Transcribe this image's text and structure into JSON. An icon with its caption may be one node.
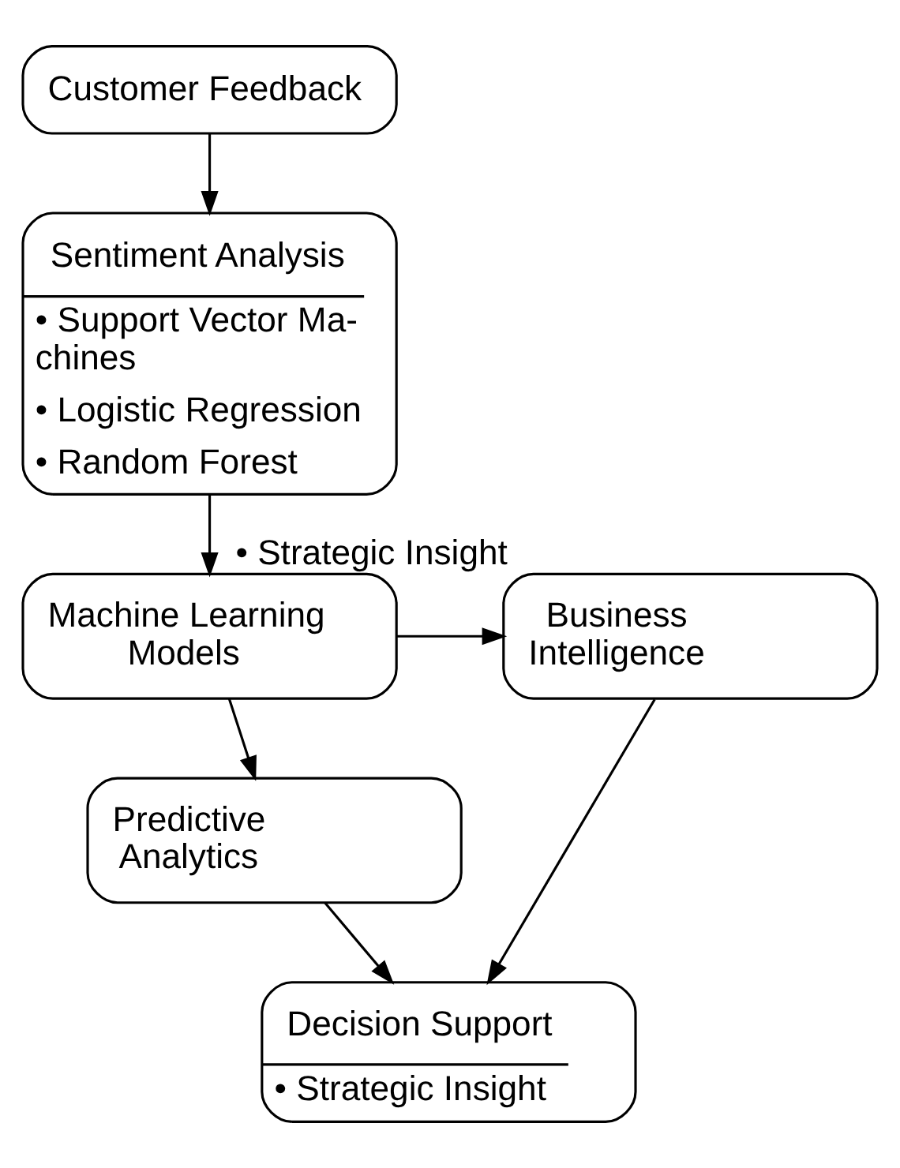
{
  "diagram": {
    "nodes": [
      {
        "text": [
          "Customer Feedback"
        ]
      },
      {
        "text": [
          "Sentiment Analysis",
          "• Support Vector Ma- chines",
          "• Logistic Regression",
          "• Random Forest"
        ]
      },
      {
        "text": [
          "Machine Learning Models"
        ]
      },
      {
        "text": [
          "Business Intelligence"
        ],
        "beside": [
          "• Strategic Insight"
        ]
      },
      {
        "text": [
          "Predictive Analytics"
        ]
      },
      {
        "text": [
          "Decision Support",
          "• Strategic Insight"
        ]
      }
    ],
    "edges": [
      {
        "from": 0,
        "to": 1,
        "arrow": "to"
      },
      {
        "from": 1,
        "to": 2,
        "arrow": "to"
      },
      {
        "from": 2,
        "to": 3,
        "arrow": "to"
      },
      {
        "from": 2,
        "to": 4,
        "arrow": "to"
      },
      {
        "from": 3,
        "to": 5,
        "arrow": "to"
      },
      {
        "from": 4,
        "to": 5,
        "arrow": "to"
      }
    ]
  }
}
